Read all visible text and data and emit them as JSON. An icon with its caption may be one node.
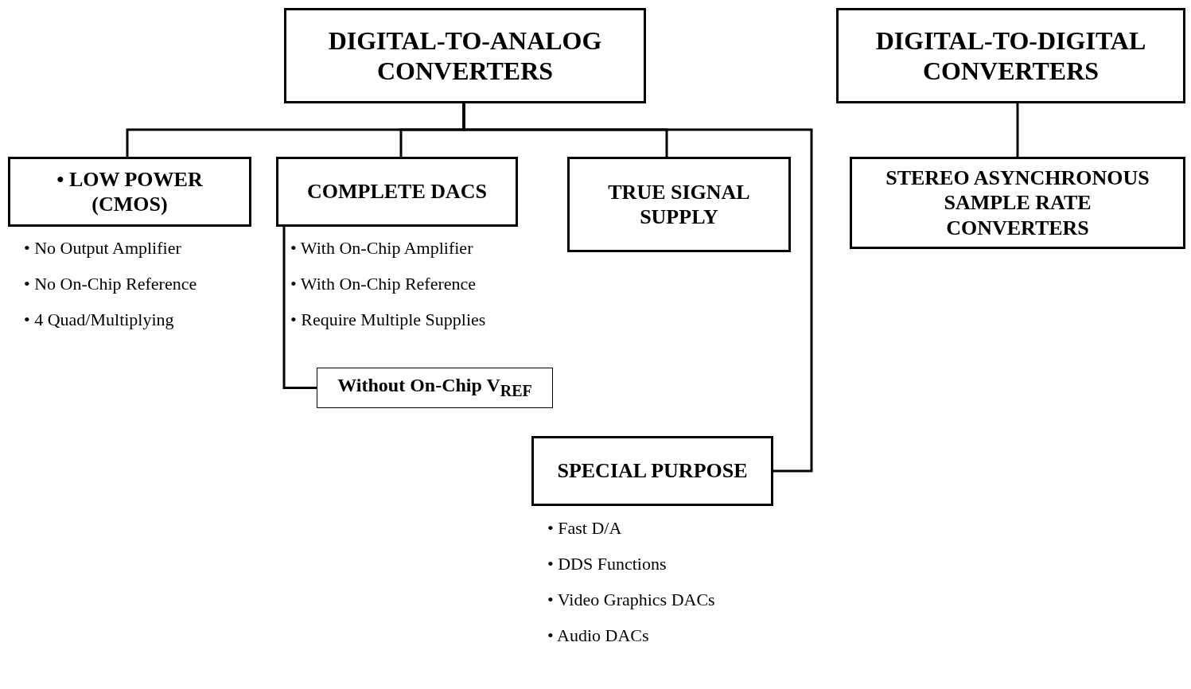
{
  "diagram": {
    "nodes": [
      {
        "text": [
          "DIGITAL-TO-ANALOG CONVERTERS"
        ]
      },
      {
        "text": [
          "DIGITAL-TO-DIGITAL CONVERTERS"
        ]
      },
      {
        "text": [
          "• LOW POWER (CMOS)"
        ],
        "beside": [
          "• No Output Amplifier",
          "• No On-Chip Reference",
          "• 4 Quad/Multiplying"
        ]
      },
      {
        "text": [
          "COMPLETE DACS"
        ],
        "beside": [
          "• With On-Chip Amplifier",
          "• With On-Chip Reference",
          "• Require Multiple Supplies"
        ]
      },
      {
        "text": [
          "TRUE SIGNAL SUPPLY"
        ]
      },
      {
        "text": [
          "STEREO ASYNCHRONOUS SAMPLE RATE CONVERTERS"
        ]
      },
      {
        "text": [
          "Without On-Chip V$_{REF}$"
        ]
      },
      {
        "text": [
          "SPECIAL PURPOSE"
        ],
        "beside": [
          "• Fast D/A",
          "• DDS Functions",
          "• Video Graphics DACs",
          "• Audio DACs"
        ]
      }
    ],
    "edges": [
      {
        "from": 0,
        "to": 2,
        "arrow": "none"
      },
      {
        "from": 0,
        "to": 3,
        "arrow": "none"
      },
      {
        "from": 0,
        "to": 4,
        "arrow": "none"
      },
      {
        "from": 0,
        "to": 7,
        "arrow": "none"
      },
      {
        "from": 1,
        "to": 5,
        "arrow": "none"
      },
      {
        "from": 3,
        "to": 6,
        "arrow": "none"
      }
    ]
  }
}
